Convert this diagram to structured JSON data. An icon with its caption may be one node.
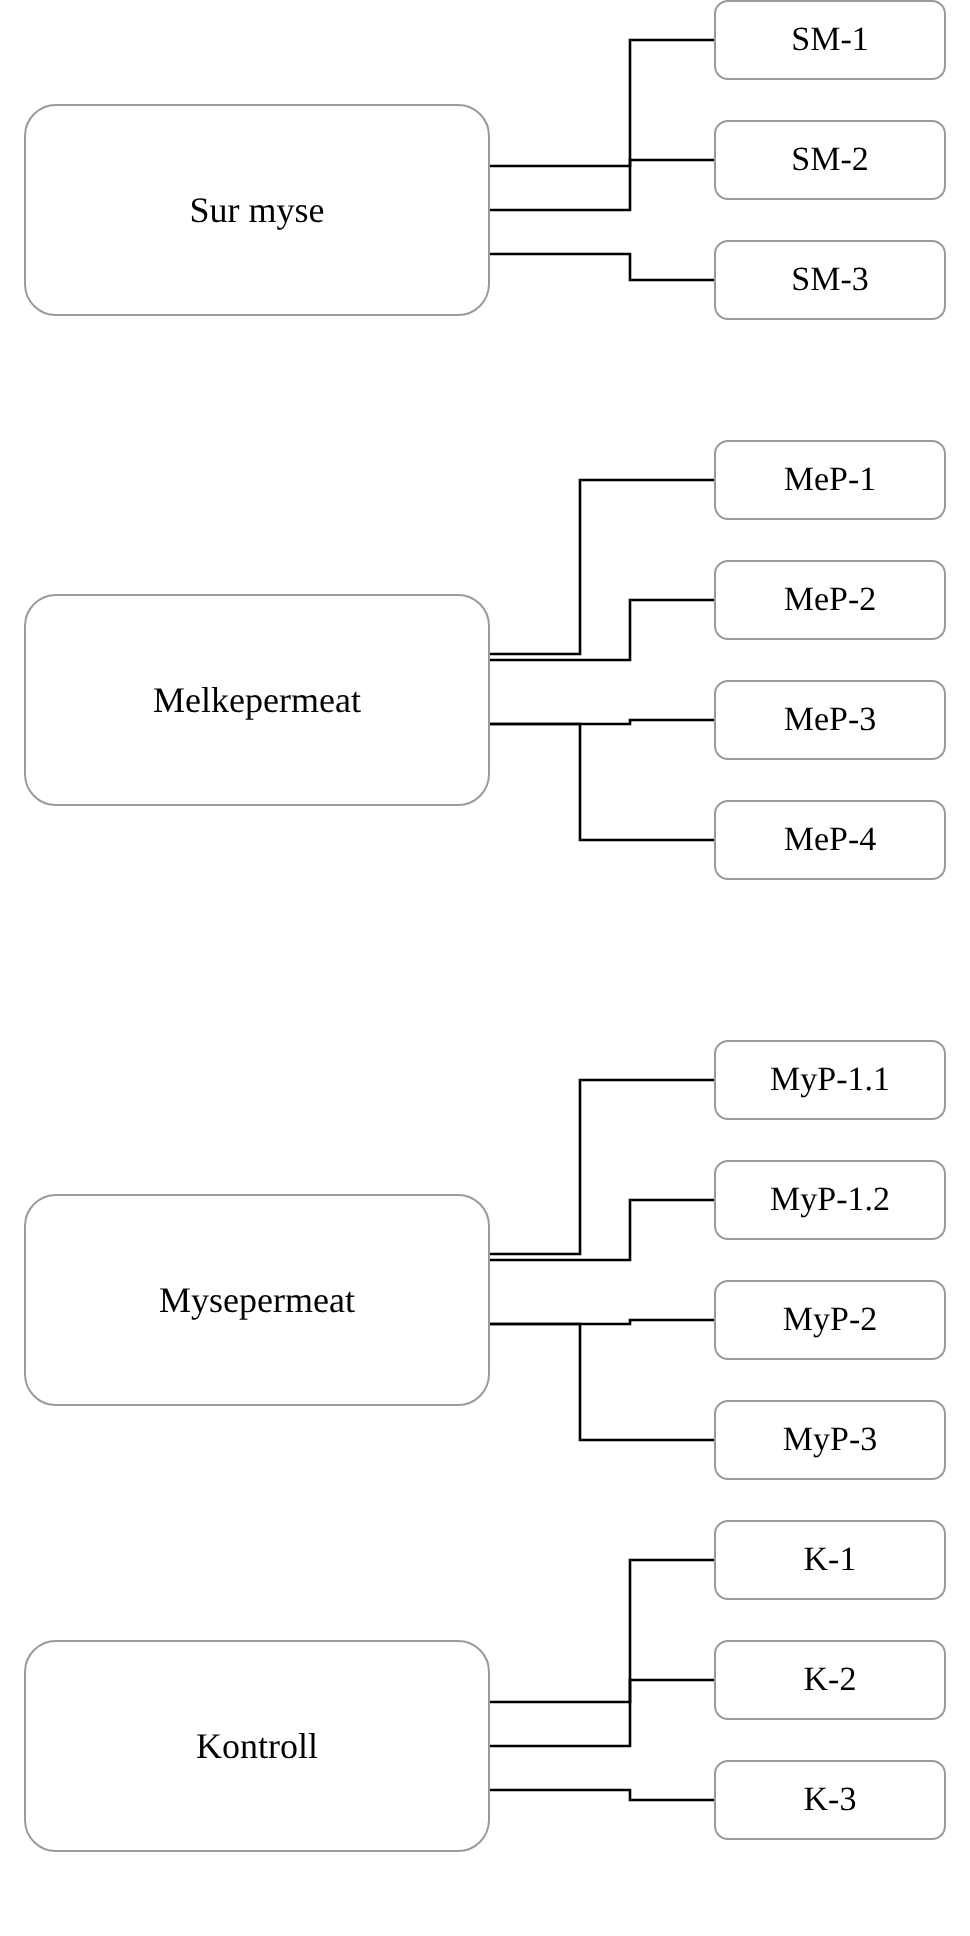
{
  "diagram": {
    "nodes": [
      {
        "text": [
          "Sur myse"
        ]
      },
      {
        "text": [
          "SM-1"
        ]
      },
      {
        "text": [
          "SM-2"
        ]
      },
      {
        "text": [
          "SM-3"
        ]
      },
      {
        "text": [
          "Melkepermeat"
        ]
      },
      {
        "text": [
          "MeP-1"
        ]
      },
      {
        "text": [
          "MeP-2"
        ]
      },
      {
        "text": [
          "MeP-3"
        ]
      },
      {
        "text": [
          "MeP-4"
        ]
      },
      {
        "text": [
          "Mysepermeat"
        ]
      },
      {
        "text": [
          "MyP-1.1"
        ]
      },
      {
        "text": [
          "MyP-1.2"
        ]
      },
      {
        "text": [
          "MyP-2"
        ]
      },
      {
        "text": [
          "MyP-3"
        ]
      },
      {
        "text": [
          "Kontroll"
        ]
      },
      {
        "text": [
          "K-1"
        ]
      },
      {
        "text": [
          "K-2"
        ]
      },
      {
        "text": [
          "K-3"
        ]
      }
    ],
    "edges": [
      {
        "from": 0,
        "to": 1,
        "arrow": "none"
      },
      {
        "from": 0,
        "to": 2,
        "arrow": "none"
      },
      {
        "from": 0,
        "to": 3,
        "arrow": "none"
      },
      {
        "from": 4,
        "to": 5,
        "arrow": "none"
      },
      {
        "from": 4,
        "to": 6,
        "arrow": "none"
      },
      {
        "from": 4,
        "to": 7,
        "arrow": "none"
      },
      {
        "from": 4,
        "to": 8,
        "arrow": "none"
      },
      {
        "from": 9,
        "to": 10,
        "arrow": "none"
      },
      {
        "from": 9,
        "to": 11,
        "arrow": "none"
      },
      {
        "from": 9,
        "to": 12,
        "arrow": "none"
      },
      {
        "from": 9,
        "to": 13,
        "arrow": "none"
      },
      {
        "from": 14,
        "to": 15,
        "arrow": "none"
      },
      {
        "from": 14,
        "to": 16,
        "arrow": "none"
      },
      {
        "from": 14,
        "to": 17,
        "arrow": "none"
      }
    ]
  }
}
